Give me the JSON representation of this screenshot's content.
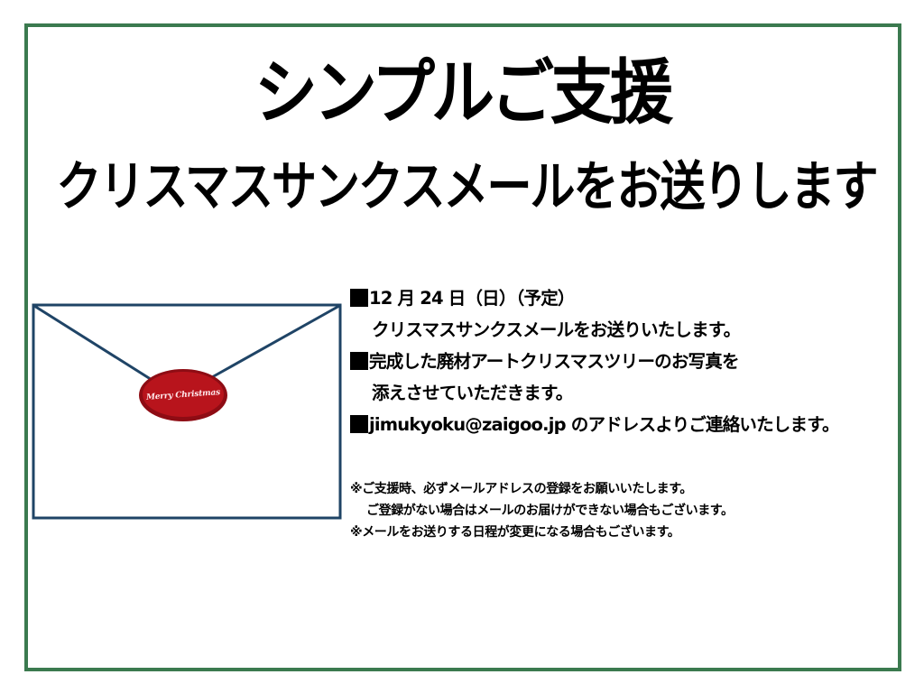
{
  "colors": {
    "frame_border": "#3b7a4f",
    "envelope_stroke": "#1f4466",
    "seal_fill": "#b8141c",
    "seal_edge": "#8e0c14",
    "text": "#000000"
  },
  "header": {
    "title": "シンプルご支援",
    "subtitle": "クリスマスサンクスメールをお送りします"
  },
  "envelope": {
    "icon": "envelope-icon",
    "seal_text": "Merry Christmas"
  },
  "info": {
    "items": [
      {
        "bullet": "■",
        "line1": "12 月 24 日（日）（予定）",
        "line2": "クリスマスサンクスメールをお送りいたします。"
      },
      {
        "bullet": "■",
        "line1": "完成した廃材アートクリスマスツリーのお写真を",
        "line2": "添えさせていただきます。"
      },
      {
        "bullet": "■",
        "line1": "jimukyoku@zaigoo.jp のアドレスよりご連絡いたします。"
      }
    ]
  },
  "notes": {
    "lines": [
      "※ご支援時、必ずメールアドレスの登録をお願いいたします。",
      "ご登録がない場合はメールのお届けができない場合もございます。",
      "※メールをお送りする日程が変更になる場合もございます。"
    ]
  }
}
